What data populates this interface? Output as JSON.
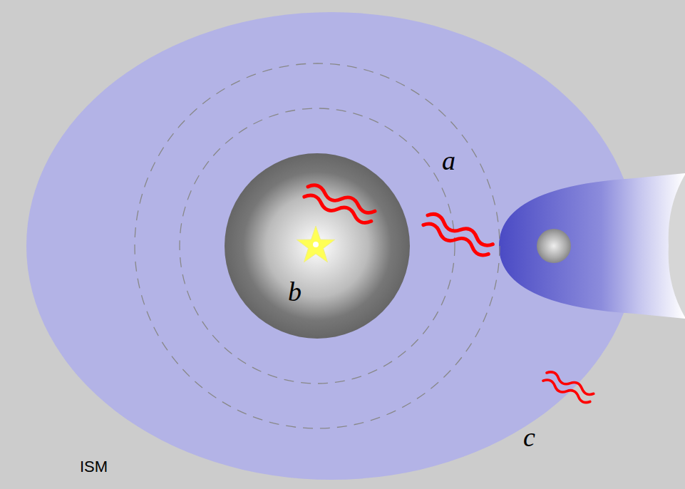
{
  "diagram": {
    "labels": [
      "a",
      "b",
      "c",
      "ISM"
    ]
  }
}
